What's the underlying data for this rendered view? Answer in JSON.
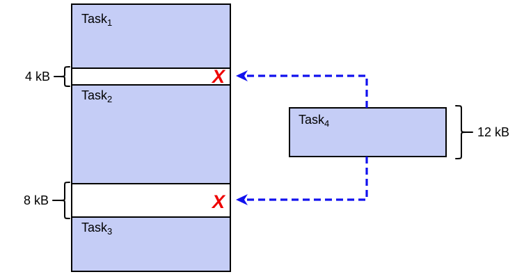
{
  "diagram": {
    "colors": {
      "task_fill": "#c5cdf6",
      "block_border": "#000000",
      "arrow_blue": "#1111ee",
      "reject_red": "#ee0000",
      "background": "#ffffff"
    },
    "memory_column": {
      "segments": [
        {
          "type": "task",
          "label_base": "Task",
          "label_sub": "1"
        },
        {
          "type": "free_gap",
          "size_label": "4 kB"
        },
        {
          "type": "task",
          "label_base": "Task",
          "label_sub": "2"
        },
        {
          "type": "free_gap",
          "size_label": "8 kB"
        },
        {
          "type": "task",
          "label_base": "Task",
          "label_sub": "3"
        }
      ]
    },
    "incoming_task": {
      "label_base": "Task",
      "label_sub": "4",
      "size_label": "12 kB"
    },
    "reject_mark": "X"
  }
}
